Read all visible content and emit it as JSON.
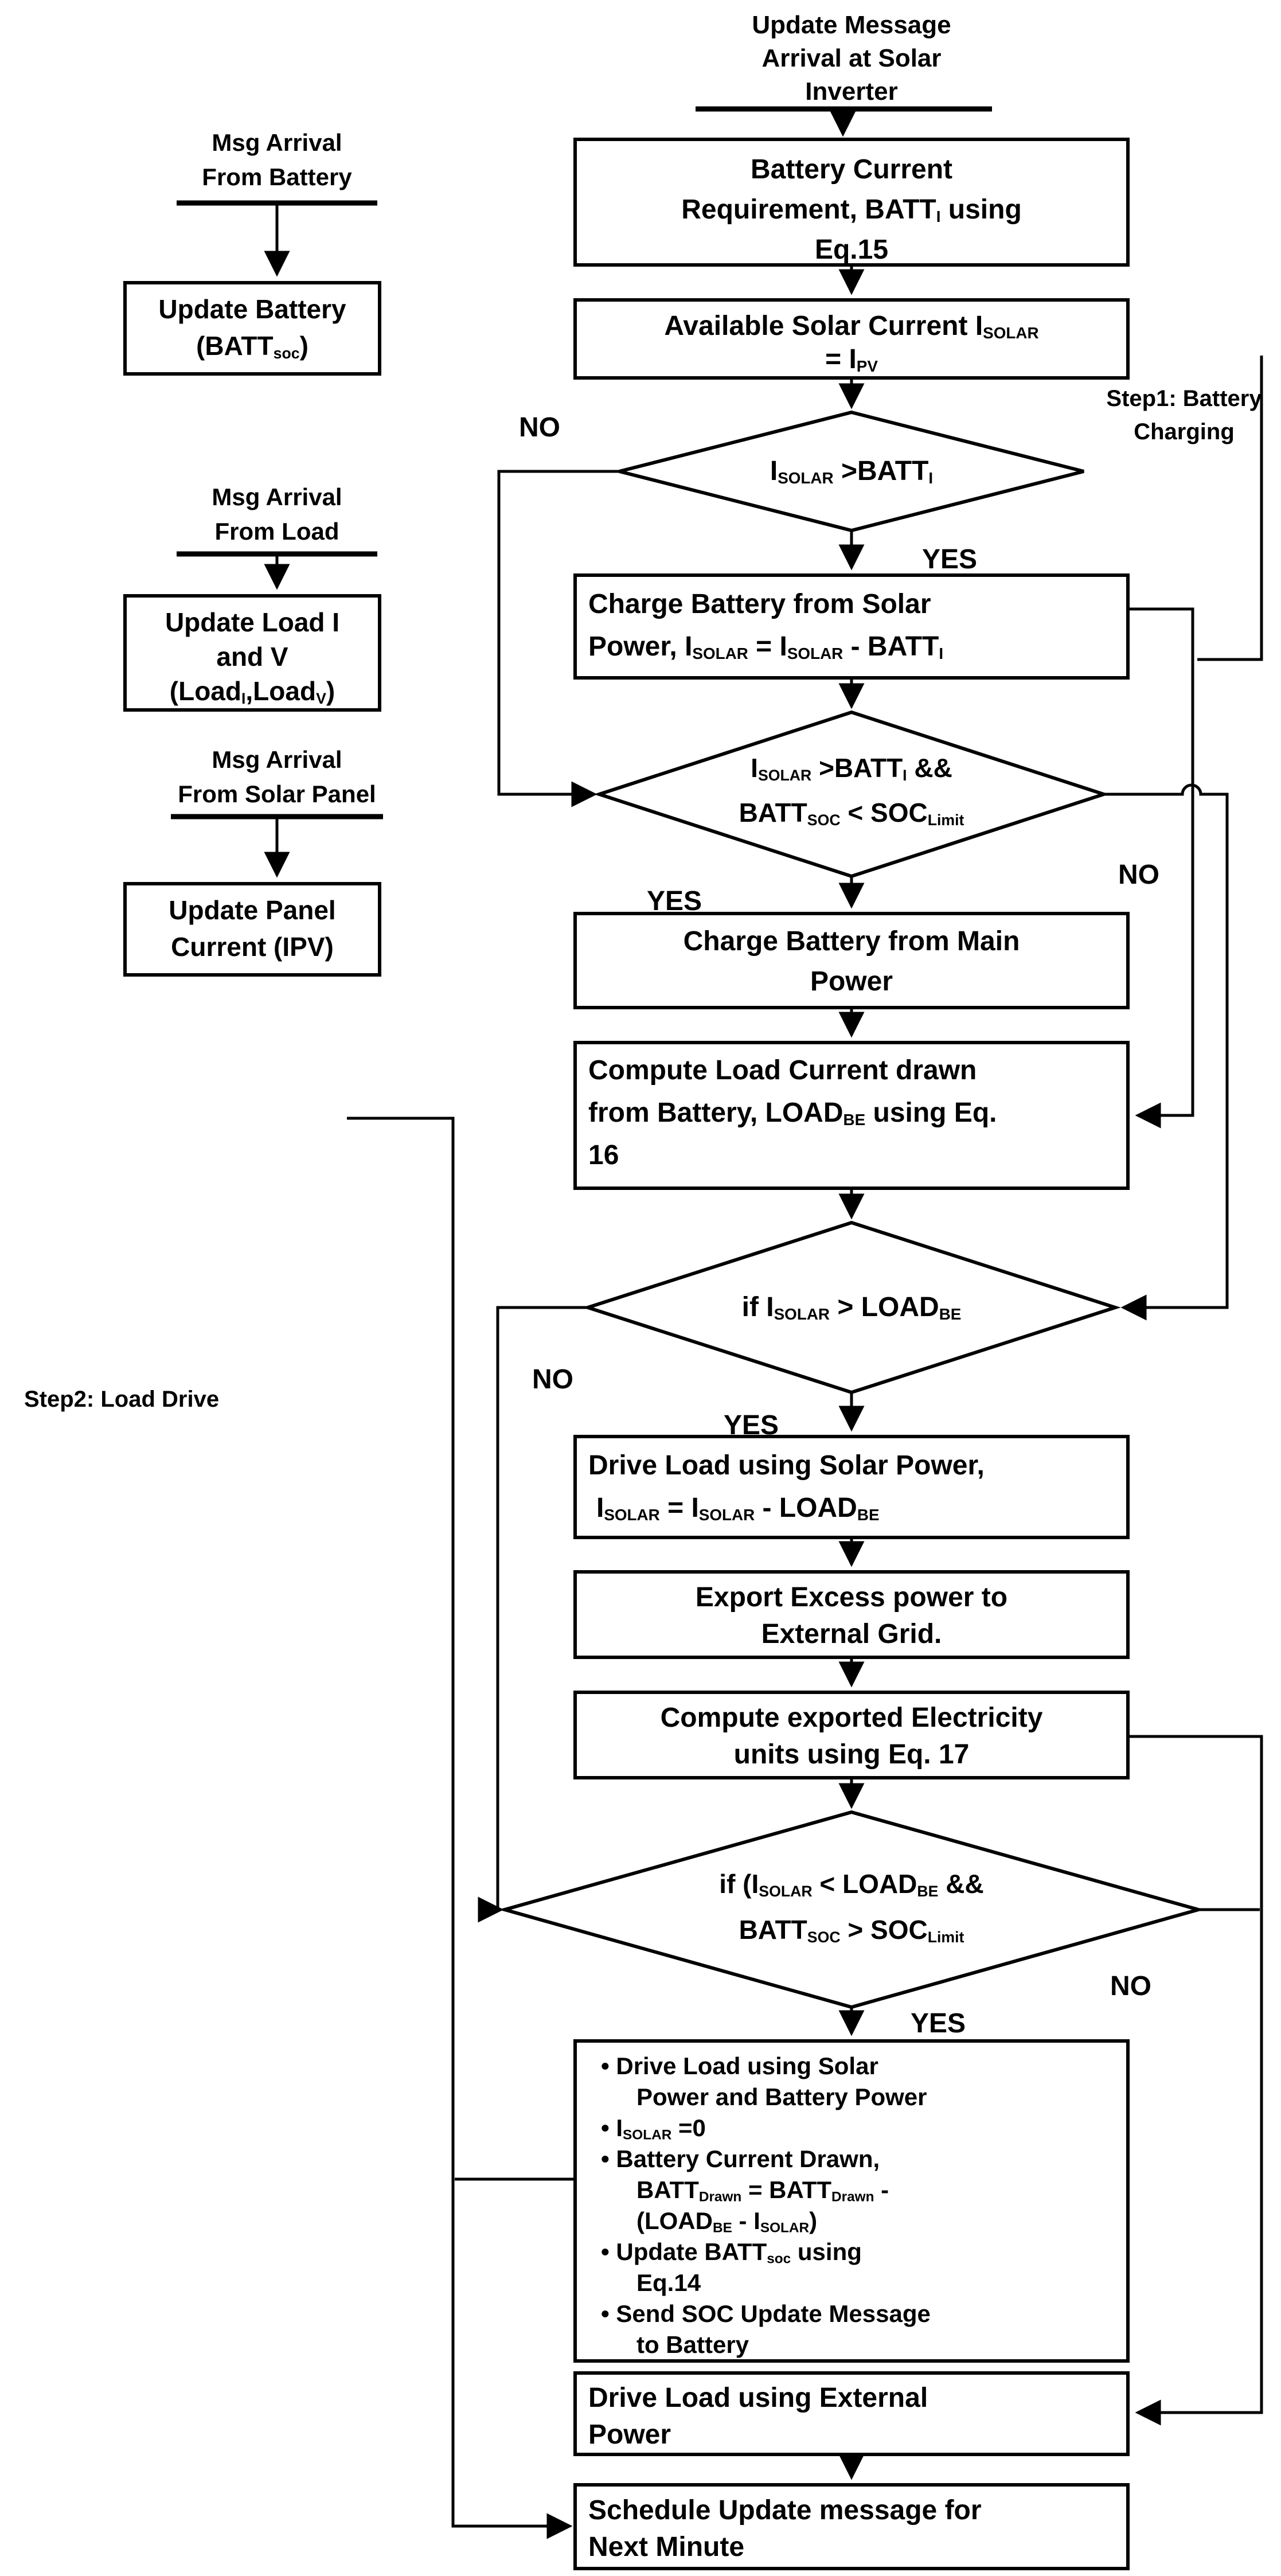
{
  "header": {
    "lines": [
      "Update Message",
      "Arrival at Solar",
      "Inverter"
    ]
  },
  "left_column": {
    "groups": [
      {
        "label": [
          "Msg Arrival",
          "From Battery"
        ],
        "box": [
          "Update Battery",
          "(BATT_{soc})"
        ]
      },
      {
        "label": [
          "Msg Arrival",
          "From Load"
        ],
        "box": [
          "Update Load I",
          "and V",
          "(Load_{I},Load_{V})"
        ]
      },
      {
        "label": [
          "Msg Arrival",
          "From Solar Panel"
        ],
        "box": [
          "Update Panel",
          "Current (IPV)"
        ]
      }
    ]
  },
  "steps": {
    "step1": [
      "Step1: Battery",
      "Charging"
    ],
    "step2": "Step2: Load Drive"
  },
  "boxes": {
    "battery_requirement": [
      "Battery Current",
      "Requirement, BATT_{I} using",
      "Eq.15"
    ],
    "available_solar": [
      "Available Solar Current I_{SOLAR}",
      "= I_{PV}"
    ],
    "charge_solar": [
      "Charge Battery from Solar",
      "Power, I_{SOLAR} = I_{SOLAR} - BATT_{I}"
    ],
    "charge_main": [
      "Charge Battery from Main",
      "Power"
    ],
    "compute_load": [
      "Compute Load Current drawn",
      "from Battery, LOAD_{BE} using Eq.",
      "16"
    ],
    "drive_solar": [
      "Drive Load using Solar Power,",
      "I_{SOLAR} = I_{SOLAR} - LOAD_{BE}"
    ],
    "export_excess": [
      "Export Excess power to",
      "External Grid."
    ],
    "compute_exported": [
      "Compute exported Electricity",
      "units using Eq. 17"
    ],
    "drive_battery_bullets": [
      "•  Drive Load using Solar",
      "Power and Battery Power",
      "•  I_{SOLAR} =0",
      "•  Battery Current Drawn,",
      "BATT_{Drawn} = BATT_{Drawn} -",
      "(LOAD_{BE} - I_{SOLAR})",
      "•  Update BATT_{soc} using",
      "Eq.14",
      "•  Send SOC Update Message",
      "to Battery"
    ],
    "drive_external": [
      "Drive Load using External",
      "Power"
    ],
    "schedule": [
      "Schedule Update message for",
      "Next Minute"
    ]
  },
  "decisions": {
    "d1": [
      "I_{SOLAR} >BATT_{I}"
    ],
    "d2": [
      "I_{SOLAR} >BATT_{I} &&",
      "BATT_{SOC} < SOC_{Limit}"
    ],
    "d3": [
      "if I_{SOLAR} > LOAD_{BE}"
    ],
    "d4": [
      "if (I_{SOLAR} < LOAD_{BE} &&",
      "BATT_{SOC} > SOC_{Limit}"
    ]
  },
  "branch_labels": {
    "d1_no": "NO",
    "d1_yes": "YES",
    "d2_yes": "YES",
    "d2_no": "NO",
    "d3_no": "NO",
    "d3_yes": "YES",
    "d4_no": "NO",
    "d4_yes": "YES"
  },
  "colors": {
    "ink": "#000000",
    "paper": "#ffffff"
  }
}
